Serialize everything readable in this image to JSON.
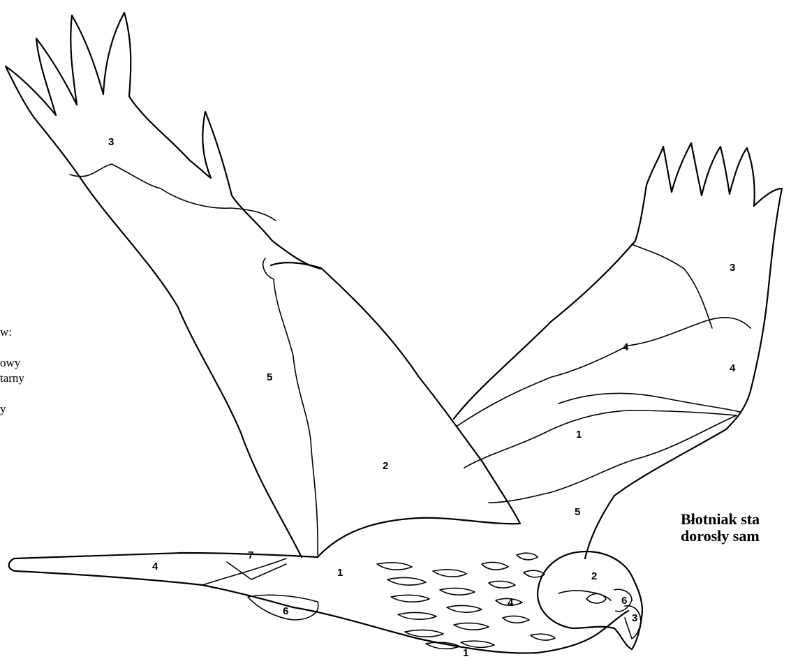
{
  "legend": {
    "lines": [
      "w:",
      "",
      "owy",
      "tarny",
      "",
      "y"
    ]
  },
  "caption": {
    "line1": "Błotniak sta",
    "line2": "dorosły sam"
  },
  "regions": {
    "left_wingtip": "3",
    "left_wing_inner": "5",
    "back": "2",
    "right_wingtip": "3",
    "right_wing_mid": "4",
    "right_wing_mid2": "4",
    "right_wing_covert": "1",
    "right_wing_inner": "5",
    "tail": "4",
    "rump": "7",
    "body": "1",
    "undertail": "6",
    "flank": "4",
    "belly": "1",
    "head": "2",
    "cere": "6",
    "beak": "3"
  },
  "colors": {
    "stroke": "#000000",
    "background": "#ffffff"
  }
}
